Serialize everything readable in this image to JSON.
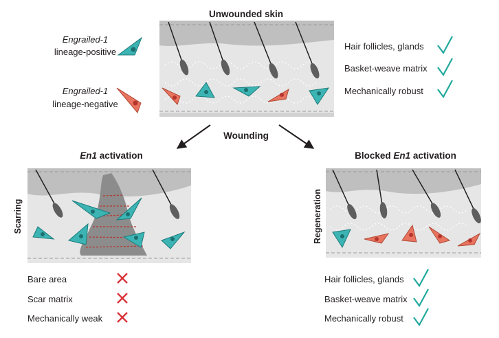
{
  "titles": {
    "top": "Unwounded skin",
    "wounding": "Wounding",
    "left_italic": "En1",
    "left_rest": " activation",
    "right_prefix": "Blocked ",
    "right_italic": "En1",
    "right_rest": " activation"
  },
  "legend": {
    "positive": {
      "line1": "Engrailed-1",
      "line2": "lineage-positive",
      "color": "#3cb4b4"
    },
    "negative": {
      "line1": "Engrailed-1",
      "line2": "lineage-negative",
      "color": "#e8745f"
    }
  },
  "side_labels": {
    "left": "Scarring",
    "right": "Regeneration"
  },
  "top_checks": [
    "Hair follicles, glands",
    "Basket-weave matrix",
    "Mechanically robust"
  ],
  "left_crosses": [
    "Bare area",
    "Scar matrix",
    "Mechanically weak"
  ],
  "right_checks": [
    "Hair follicles, glands",
    "Basket-weave matrix",
    "Mechanically robust"
  ],
  "colors": {
    "check": "#1fa89c",
    "cross": "#d9343a",
    "epidermis": "#bfbfbf",
    "dermis": "#e6e6e6",
    "scar": "#8c8c8c",
    "scar_lines": "#b5352d",
    "follicle": "#5e5e5e"
  }
}
